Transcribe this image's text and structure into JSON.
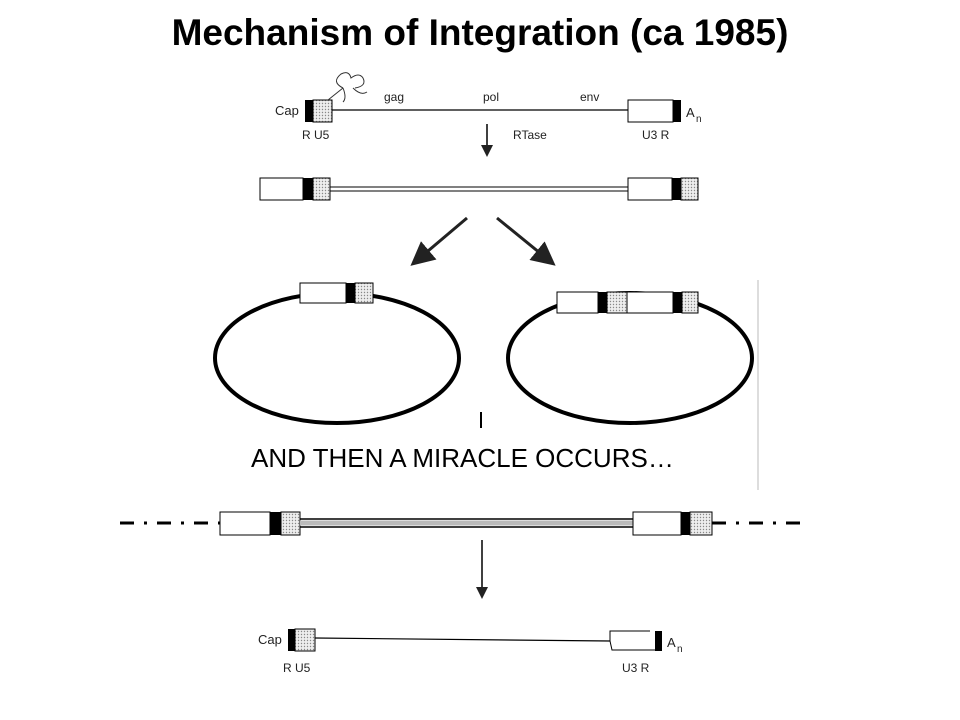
{
  "title": "Mechanism of Integration (ca 1985)",
  "annotation": "AND THEN A MIRACLE OCCURS…",
  "rna": {
    "cap": "Cap",
    "gag": "gag",
    "pol": "pol",
    "env": "env",
    "an_base": "A",
    "an_sub": "n",
    "r_u5": "R U5",
    "u3_r": "U3 R"
  },
  "step_label": "RTase",
  "provirus": {
    "cap": "Cap",
    "an_base": "A",
    "an_sub": "n",
    "r_u5": "R U5",
    "u3_r": "U3 R"
  }
}
